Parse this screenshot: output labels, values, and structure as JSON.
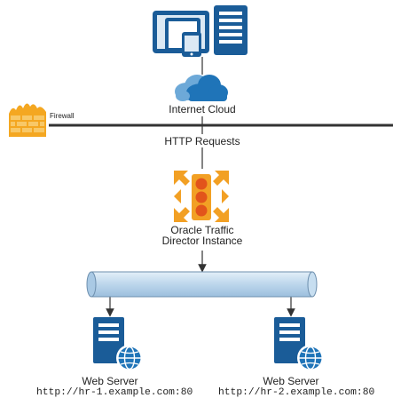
{
  "labels": {
    "cloud": "Internet Cloud",
    "firewall": "Firewall",
    "http": "HTTP Requests",
    "otd_line1": "Oracle Traffic",
    "otd_line2": "Director Instance",
    "ws1": "Web Server",
    "ws2": "Web Server",
    "url1": "http://hr-1.example.com:80",
    "url2": "http://hr-2.example.com:80"
  },
  "colors": {
    "device_blue": "#1a5c98",
    "screen_light": "#dce9f4",
    "cloud_blue": "#1f74b8",
    "cloud_light": "#6da9d8",
    "firewall_orange": "#f4a721",
    "firewall_brick": "#f8c867",
    "otd_orange": "#f2a024",
    "otd_red": "#e2541b",
    "pipe_light": "#c7def0",
    "pipe_edge": "#6d8fae",
    "line_dark": "#333333"
  },
  "icons": [
    "devices-icon",
    "cloud-icon",
    "firewall-icon",
    "traffic-director-icon",
    "server-globe-icon"
  ]
}
